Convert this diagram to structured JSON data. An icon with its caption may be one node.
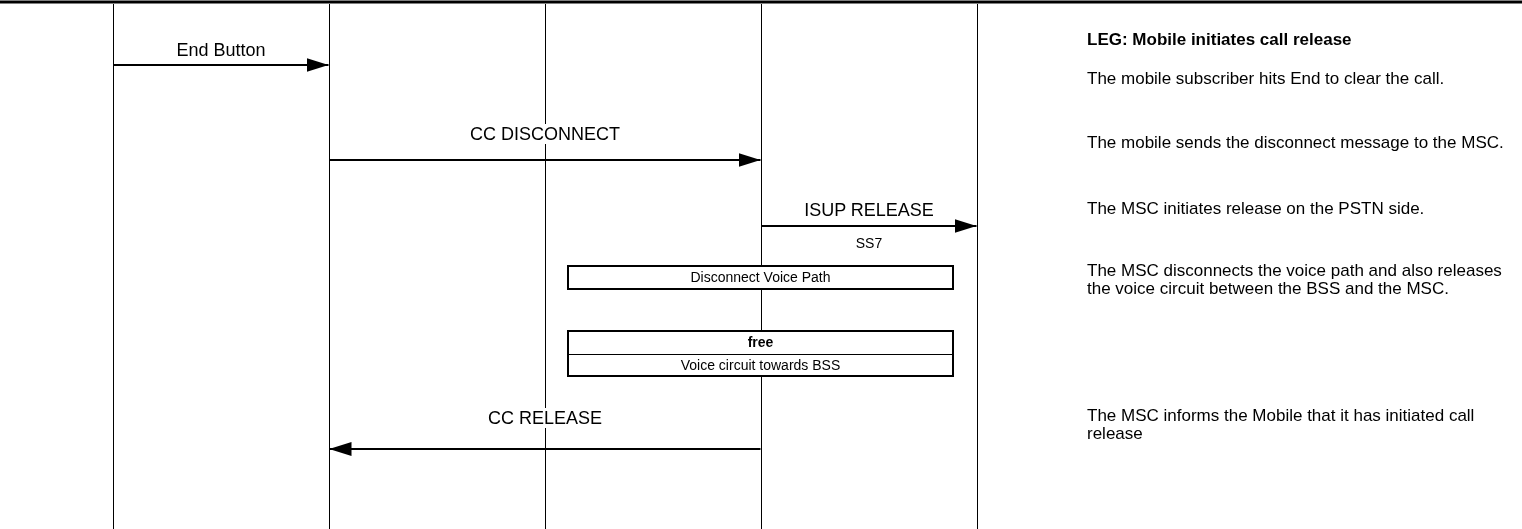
{
  "diagram": {
    "nodes": [
      {
        "text": [],
        "shape": "line"
      },
      {
        "text": [],
        "shape": "line"
      },
      {
        "text": [],
        "shape": "line"
      },
      {
        "text": [],
        "shape": "line"
      },
      {
        "text": [],
        "shape": "line"
      },
      {
        "text": [
          "Disconnect Voice Path"
        ]
      },
      {
        "text": [
          "free",
          "Voice circuit towards BSS"
        ]
      }
    ],
    "edges": [
      {
        "from": 0,
        "to": 1,
        "arrow": "to",
        "label": "End Button"
      },
      {
        "from": 1,
        "to": 3,
        "arrow": "to",
        "label": "CC DISCONNECT"
      },
      {
        "from": 3,
        "to": 4,
        "arrow": "to",
        "label": "ISUP RELEASE"
      },
      {
        "from": 3,
        "to": 1,
        "arrow": "to",
        "label": "CC RELEASE"
      }
    ],
    "labels": [
      "LEG: Mobile initiates call release",
      "The mobile subscriber hits End to clear the call.",
      "The mobile sends the disconnect message to the MSC.",
      "The MSC initiates release on the PSTN side.",
      "SS7",
      "The MSC disconnects the voice path and also releases the voice circuit between the BSS and the MSC.",
      "The MSC informs the Mobile that it has initiated call release"
    ]
  }
}
